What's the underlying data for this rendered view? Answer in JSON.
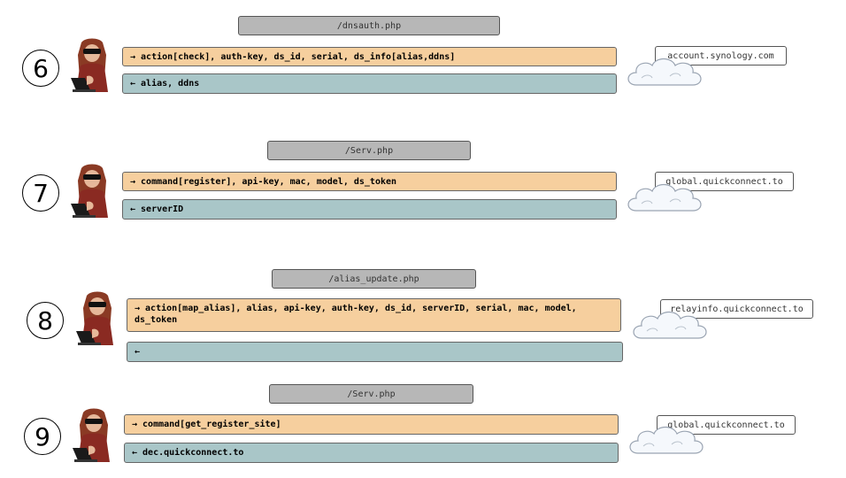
{
  "steps": [
    {
      "number": "6",
      "endpoint": "/dnsauth.php",
      "request": "→  action[check], auth-key, ds_id, serial, ds_info[alias,ddns]",
      "response": "←  alias, ddns",
      "host": "account.synology.com"
    },
    {
      "number": "7",
      "endpoint": "/Serv.php",
      "request": "→  command[register], api-key, mac, model, ds_token",
      "response": "←  serverID",
      "host": "global.quickconnect.to"
    },
    {
      "number": "8",
      "endpoint": "/alias_update.php",
      "request": "→  action[map_alias], alias, api-key, auth-key, ds_id, serverID, serial, mac, model, ds_token",
      "response": "←",
      "host": "relayinfo.quickconnect.to"
    },
    {
      "number": "9",
      "endpoint": "/Serv.php",
      "request": "→  command[get_register_site]",
      "response": "←  dec.quickconnect.to",
      "host": "global.quickconnect.to"
    }
  ]
}
